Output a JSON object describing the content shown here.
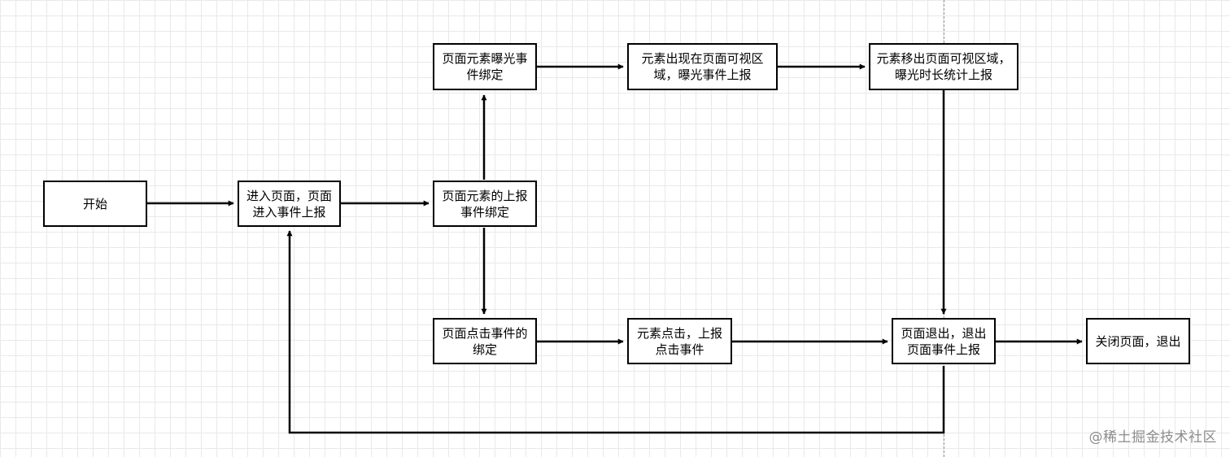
{
  "nodes": {
    "start": "开始",
    "enter_page": "进入页面，页面进入事件上报",
    "bind_report": "页面元素的上报事件绑定",
    "exposure_bind": "页面元素曝光事件绑定",
    "element_visible": "元素出现在页面可视区域，曝光事件上报",
    "element_leave": "元素移出页面可视区域，曝光时长统计上报",
    "click_bind": "页面点击事件的绑定",
    "element_click": "元素点击，上报点击事件",
    "page_exit": "页面退出，退出页面事件上报",
    "close_page": "关闭页面，退出"
  },
  "watermark": "@稀土掘金技术社区",
  "colors": {
    "line": "#000000",
    "grid": "#e9e9e9",
    "guide": "#9a9a9a",
    "watermark": "#8c8c8c"
  }
}
